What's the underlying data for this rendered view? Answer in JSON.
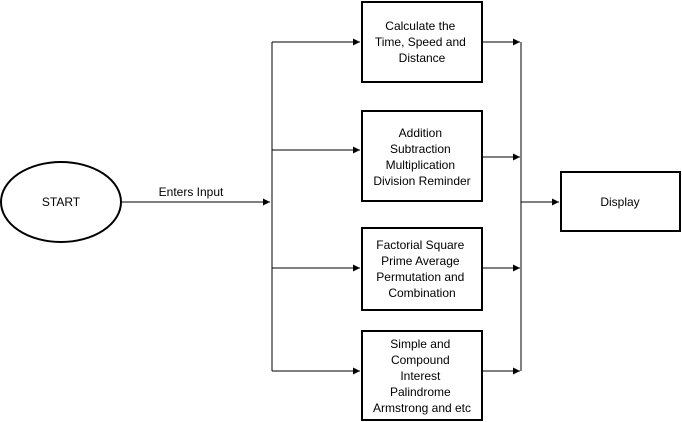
{
  "diagram": {
    "start": {
      "label": "START"
    },
    "edge_label": "Enters Input",
    "display": {
      "label": "Display"
    },
    "processes": [
      {
        "lines": [
          "Calculate the",
          "Time, Speed and",
          "Distance"
        ]
      },
      {
        "lines": [
          "Addition",
          "Subtraction",
          "Multiplication",
          "Division  Reminder"
        ]
      },
      {
        "lines": [
          "Factorial Square",
          "Prime Average",
          "Permutation and",
          "Combination"
        ]
      },
      {
        "lines": [
          "Simple and",
          "Compound",
          "Interest",
          "Palindrome",
          "Armstrong and etc"
        ]
      }
    ]
  }
}
